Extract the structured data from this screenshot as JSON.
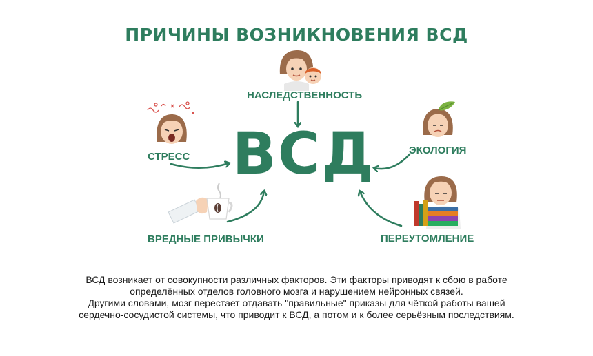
{
  "title": "ПРИЧИНЫ ВОЗНИКНОВЕНИЯ ВСД",
  "center_label": "ВСД",
  "causes": {
    "heredity": "НАСЛЕДСТВЕННОСТЬ",
    "stress": "СТРЕСС",
    "ecology": "ЭКОЛОГИЯ",
    "habits": "ВРЕДНЫЕ ПРИВЫЧКИ",
    "overwork": "ПЕРЕУТОМЛЕНИЕ"
  },
  "description": [
    "ВСД возникает от совокупности различных факторов. Эти факторы приводят к сбою в работе",
    "определённых отделов головного мозга и нарушением нейронных связей.",
    "Другими словами, мозг перестает отдавать \"правильные\" приказы для чёткой работы вашей",
    "сердечно-сосудистой системы, что приводит к ВСД, а потом и к более серьёзным последствиям."
  ],
  "colors": {
    "accent": "#2e7d5e",
    "hair": "#9b6b4a",
    "skin": "#f6d2b6",
    "child_hair": "#d9622b",
    "leaf": "#7cb342"
  },
  "icons": [
    "mother-child-icon",
    "stressed-woman-icon",
    "woman-leaf-icon",
    "coffee-hand-icon",
    "tired-woman-books-icon"
  ]
}
